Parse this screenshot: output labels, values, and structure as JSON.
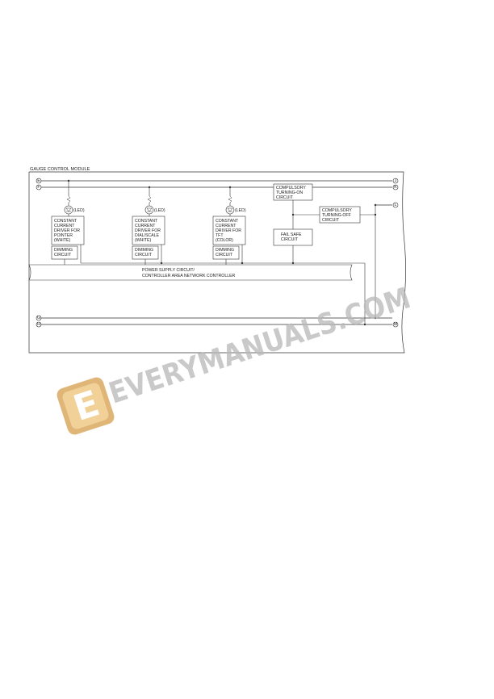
{
  "module_title": "GAUGE CONTROL MODULE",
  "terminals_left": [
    "E",
    "F",
    "G",
    "H"
  ],
  "terminals_right": [
    "J",
    "K",
    "L",
    "M"
  ],
  "led_label": "(LED)",
  "drivers": [
    {
      "lines": [
        "CONSTANT",
        "CURRENT",
        "DRIVER FOR",
        "POINTER",
        "(WHITE)"
      ],
      "dimming": [
        "DIMMING",
        "CIRCUIT"
      ]
    },
    {
      "lines": [
        "CONSTANT",
        "CURRENT",
        "DRIVER FOR",
        "DIAL/SCALE",
        "(WHITE)"
      ],
      "dimming": [
        "DIMMING",
        "CIRCUIT"
      ]
    },
    {
      "lines": [
        "CONSTANT",
        "CURRENT",
        "DRIVER FOR",
        "TFT",
        "(COLOR)"
      ],
      "dimming": [
        "DIMMING",
        "CIRCUIT"
      ]
    }
  ],
  "compulsory_on": [
    "COMPULSORY",
    "TURNING-ON",
    "CIRCUIT"
  ],
  "compulsory_off": [
    "COMPULSORY",
    "TURNING-OFF",
    "CIRCUIT"
  ],
  "fail_safe": [
    "FAIL SAFE",
    "CIRCUIT"
  ],
  "power_supply": [
    "POWER SUPPLY CIRCUIT/",
    "CONTROLLER AREA NETWORK CONTROLLER"
  ],
  "watermark": {
    "text": "EVERYMANUALS.COM",
    "logo_letter": "E"
  },
  "colors": {
    "line": "#333333",
    "watermark_text": "#b8b8b8",
    "logo_light": "#f3d49a",
    "logo_dark": "#d9a860"
  }
}
